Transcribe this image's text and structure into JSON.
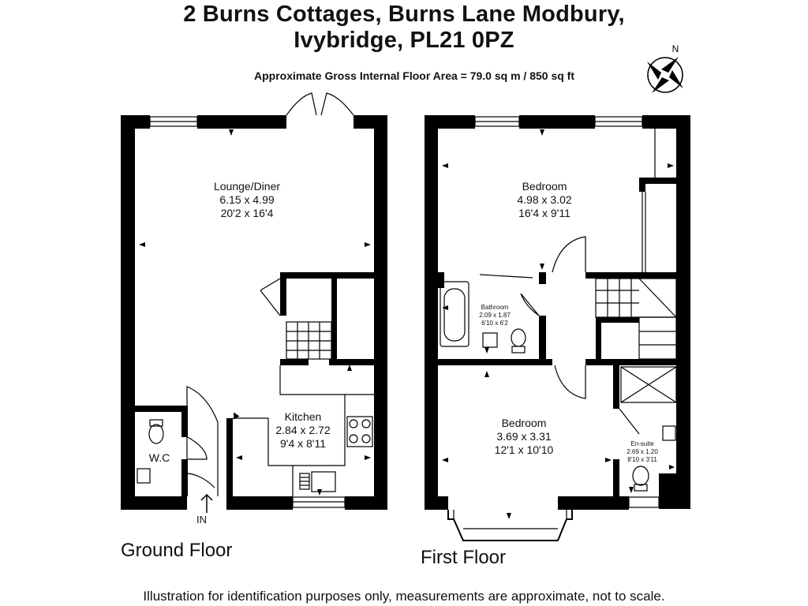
{
  "header": {
    "title_line1": "2 Burns Cottages, Burns Lane Modbury,",
    "title_line2": "Ivybridge, PL21 0PZ",
    "area": "Approximate Gross Internal Floor Area = 79.0 sq m / 850 sq ft"
  },
  "compass": {
    "label": "N"
  },
  "ground_floor": {
    "label": "Ground Floor",
    "entrance": "IN",
    "rooms": {
      "lounge": {
        "name": "Lounge/Diner",
        "metric": "6.15 x 4.99",
        "imperial": "20'2 x 16'4"
      },
      "kitchen": {
        "name": "Kitchen",
        "metric": "2.84 x 2.72",
        "imperial": "9'4 x 8'11"
      },
      "wc": {
        "name": "W.C"
      }
    }
  },
  "first_floor": {
    "label": "First Floor",
    "rooms": {
      "bedroom1": {
        "name": "Bedroom",
        "metric": "4.98 x 3.02",
        "imperial": "16'4 x 9'11"
      },
      "bathroom": {
        "name": "Bathroom",
        "metric": "2.09 x 1.87",
        "imperial": "6'10 x 6'2"
      },
      "bedroom2": {
        "name": "Bedroom",
        "metric": "3.69 x 3.31",
        "imperial": "12'1 x 10'10"
      },
      "ensuite": {
        "name": "En-suite",
        "metric": "2.69 x 1.20",
        "imperial": "8'10 x 3'11"
      }
    }
  },
  "footer": {
    "disclaimer": "Illustration for identification purposes only, measurements are approximate, not to scale."
  }
}
